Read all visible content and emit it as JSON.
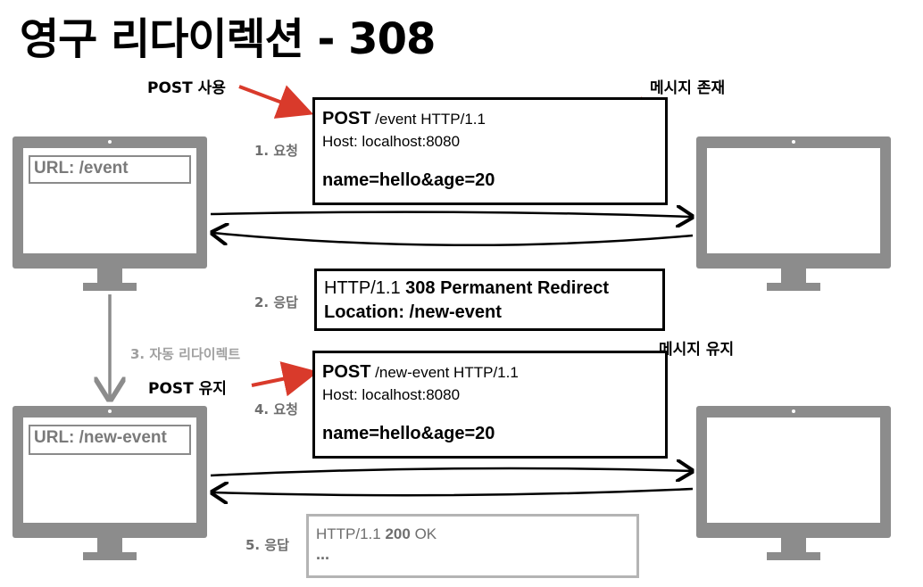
{
  "title": "영구 리다이렉션 - 308",
  "annotations": {
    "post_use": "POST 사용",
    "post_keep": "POST 유지",
    "message_exists": "메시지 존재",
    "message_keep": "메시지 유지"
  },
  "steps": {
    "s1": "1. 요청",
    "s2": "2. 응답",
    "s3": "3. 자동 리다이렉트",
    "s4": "4. 요청",
    "s5": "5. 응답"
  },
  "request1": {
    "method": "POST",
    "line_rest": " /event HTTP/1.1",
    "host": "Host: localhost:8080",
    "body": "name=hello&age=20"
  },
  "response1": {
    "status_prefix": "HTTP/1.1 ",
    "status_bold": "308 Permanent Redirect",
    "location": "Location: /new-event"
  },
  "request2": {
    "method": "POST",
    "line_rest": " /new-event HTTP/1.1",
    "host": "Host: localhost:8080",
    "body": "name=hello&age=20"
  },
  "response2": {
    "status_prefix": "HTTP/1.1 ",
    "status_bold": "200",
    "status_rest": " OK",
    "ellipsis": "..."
  },
  "clients": {
    "top_url": "URL: /event",
    "bottom_url": "URL: /new-event"
  },
  "colors": {
    "arrow_red": "#d93a2b",
    "monitor_gray": "#8c8c8c",
    "step_gray": "#6e6e6e"
  }
}
